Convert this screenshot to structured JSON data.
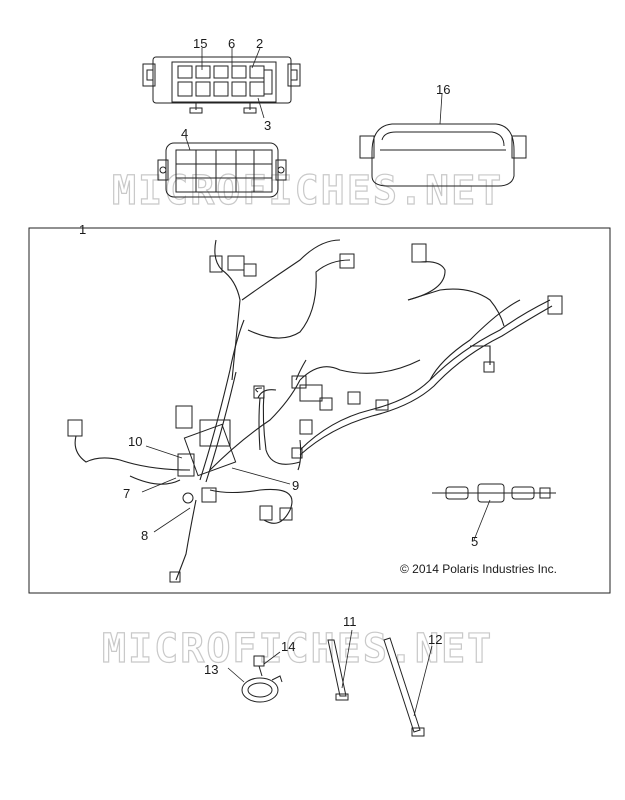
{
  "watermark_top": "MICROFICHES.NET",
  "watermark_bottom": "MICROFICHES.NET",
  "copyright": "© 2014 Polaris Industries Inc.",
  "callouts": {
    "c1": "1",
    "c2": "2",
    "c3": "3",
    "c4": "4",
    "c5": "5",
    "c6": "6",
    "c7": "7",
    "c8": "8",
    "c9": "9",
    "c10": "10",
    "c11": "11",
    "c12": "12",
    "c13": "13",
    "c14": "14",
    "c15": "15",
    "c16": "16"
  }
}
